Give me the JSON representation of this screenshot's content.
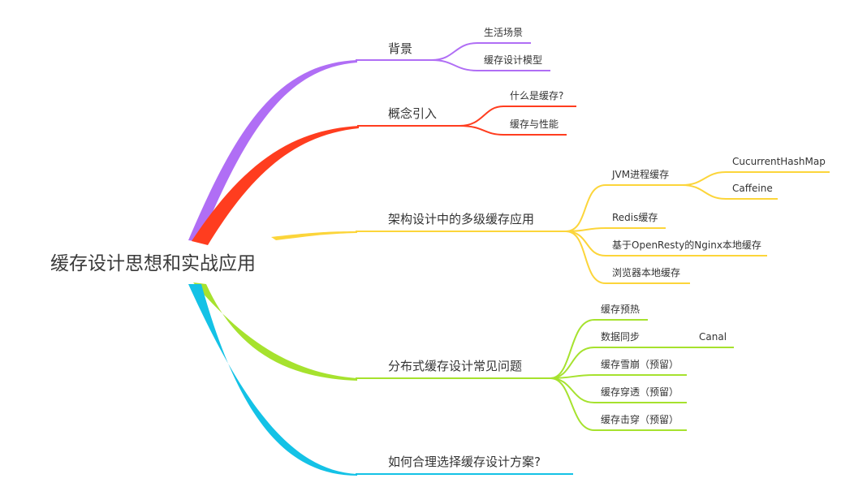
{
  "root": {
    "label": "缓存设计思想和实战应用"
  },
  "colors": {
    "purple": "#b06ef5",
    "red": "#ff3d1f",
    "yellow": "#fcd53a",
    "green": "#a6e22e",
    "cyan": "#14c2e6"
  },
  "branches": [
    {
      "label": "背景",
      "color": "purple",
      "children": [
        {
          "label": "生活场景"
        },
        {
          "label": "缓存设计模型"
        }
      ]
    },
    {
      "label": "概念引入",
      "color": "red",
      "children": [
        {
          "label": "什么是缓存?"
        },
        {
          "label": "缓存与性能"
        }
      ]
    },
    {
      "label": "架构设计中的多级缓存应用",
      "color": "yellow",
      "children": [
        {
          "label": "JVM进程缓存",
          "children": [
            {
              "label": "CucurrentHashMap"
            },
            {
              "label": "Caffeine"
            }
          ]
        },
        {
          "label": "Redis缓存"
        },
        {
          "label": "基于OpenResty的Nginx本地缓存"
        },
        {
          "label": "浏览器本地缓存"
        }
      ]
    },
    {
      "label": "分布式缓存设计常见问题",
      "color": "green",
      "children": [
        {
          "label": "缓存预热"
        },
        {
          "label": "数据同步",
          "children": [
            {
              "label": "Canal"
            }
          ]
        },
        {
          "label": "缓存雪崩（预留）"
        },
        {
          "label": "缓存穿透（预留）"
        },
        {
          "label": "缓存击穿（预留）"
        }
      ]
    },
    {
      "label": "如何合理选择缓存设计方案?",
      "color": "cyan"
    }
  ]
}
